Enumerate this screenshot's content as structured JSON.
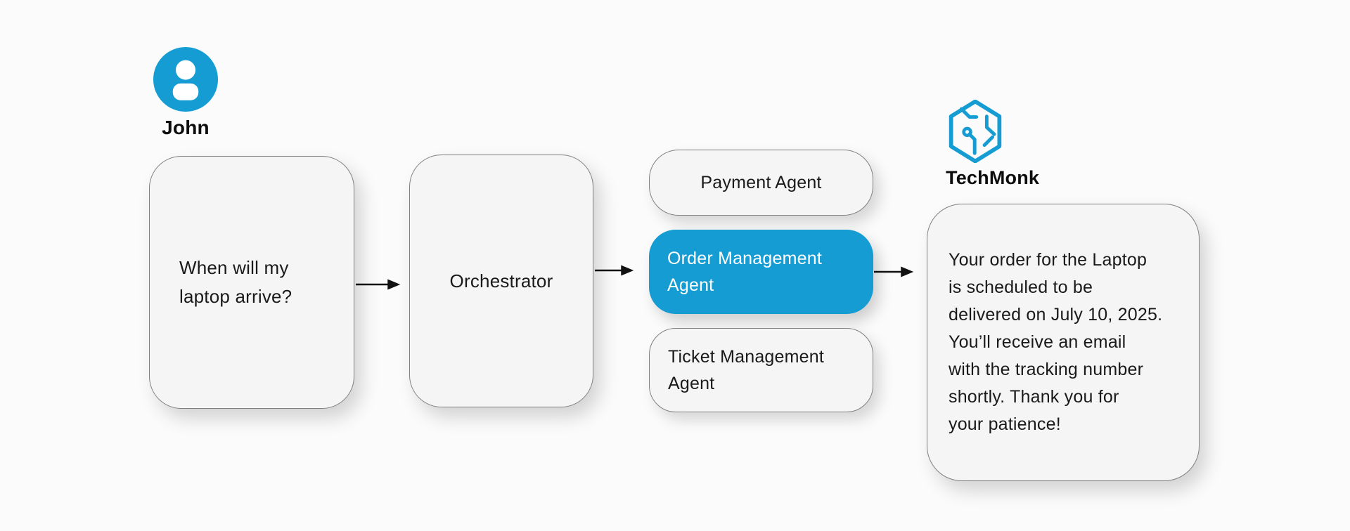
{
  "palette": {
    "accent": "#149CD3",
    "page_bg": "#FBFBFB",
    "box_bg": "#F5F5F6",
    "box_border": "#808080",
    "text": "#1A1A1A",
    "arrow": "#111111",
    "on_accent": "#FFFFFF"
  },
  "user": {
    "name": "John",
    "icon": "person-icon"
  },
  "question": {
    "text": "When will my\nlaptop arrive?"
  },
  "orchestrator": {
    "label": "Orchestrator"
  },
  "agents": [
    {
      "label": "Payment Agent",
      "active": false
    },
    {
      "label": "Order Management\nAgent",
      "active": true
    },
    {
      "label": "Ticket Management\nAgent",
      "active": false
    }
  ],
  "brand": {
    "name": "TechMonk",
    "icon": "hexagon-circuit-icon"
  },
  "response": {
    "text": "Your order for the Laptop\nis scheduled to be\ndelivered on July 10, 2025.\nYou’ll receive an email\nwith the tracking number\nshortly. Thank you for\nyour patience!"
  }
}
